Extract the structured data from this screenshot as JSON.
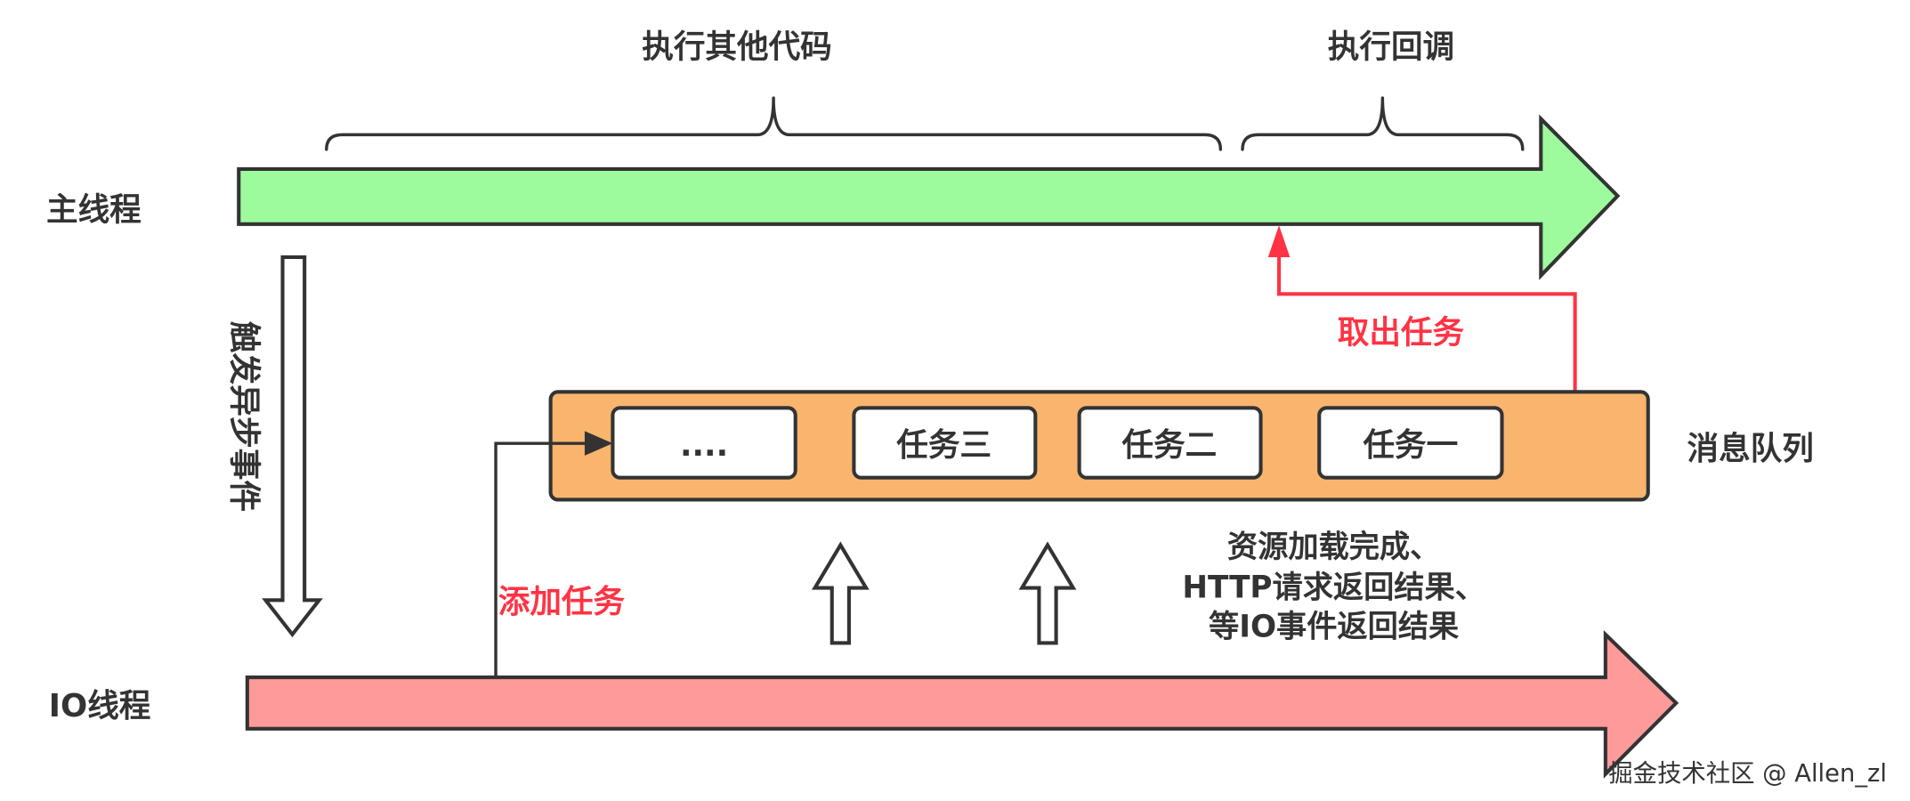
{
  "phases": {
    "other_code": "执行其他代码",
    "callback": "执行回调"
  },
  "main_thread": {
    "label": "主线程"
  },
  "io_thread": {
    "label": "IO线程"
  },
  "trigger": "触发异步事件",
  "queue": {
    "label": "消息队列",
    "tasks": [
      "....",
      "任务三",
      "任务二",
      "任务一"
    ]
  },
  "take_task": "取出任务",
  "add_task": "添加任务",
  "io_events": [
    "资源加载完成、",
    "HTTP请求返回结果、",
    "等IO事件返回结果"
  ],
  "watermark": "掘金技术社区 @ Allen_zl",
  "colors": {
    "main_thread_arrow": "#9dfb9d",
    "io_thread_arrow": "#ff9a9a",
    "queue_fill": "#f9b46e",
    "task_fill": "#ffffff",
    "highlight_red": "#ff3344",
    "outline": "#333333"
  }
}
